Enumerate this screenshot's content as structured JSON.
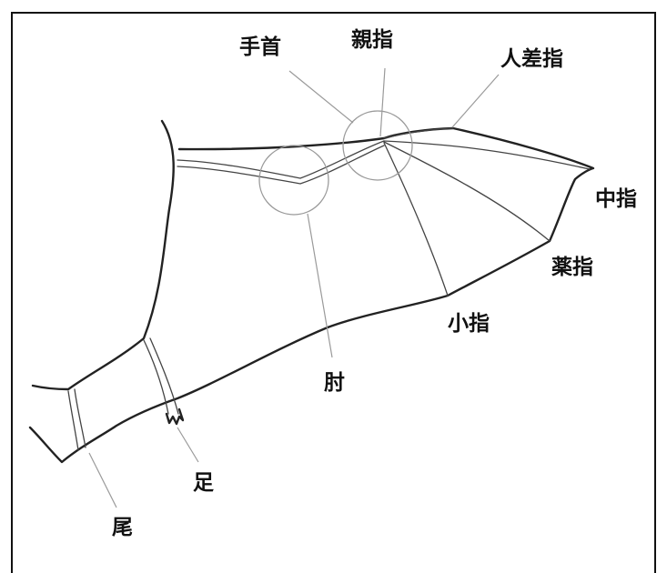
{
  "labels": {
    "wrist": "手首",
    "thumb": "親指",
    "index_finger": "人差指",
    "middle_finger": "中指",
    "ring_finger": "薬指",
    "little_finger": "小指",
    "elbow": "肘",
    "foot": "足",
    "tail": "尾"
  },
  "colors": {
    "outline": "#222222",
    "leader_line": "#9a9a9a",
    "background": "#ffffff"
  }
}
